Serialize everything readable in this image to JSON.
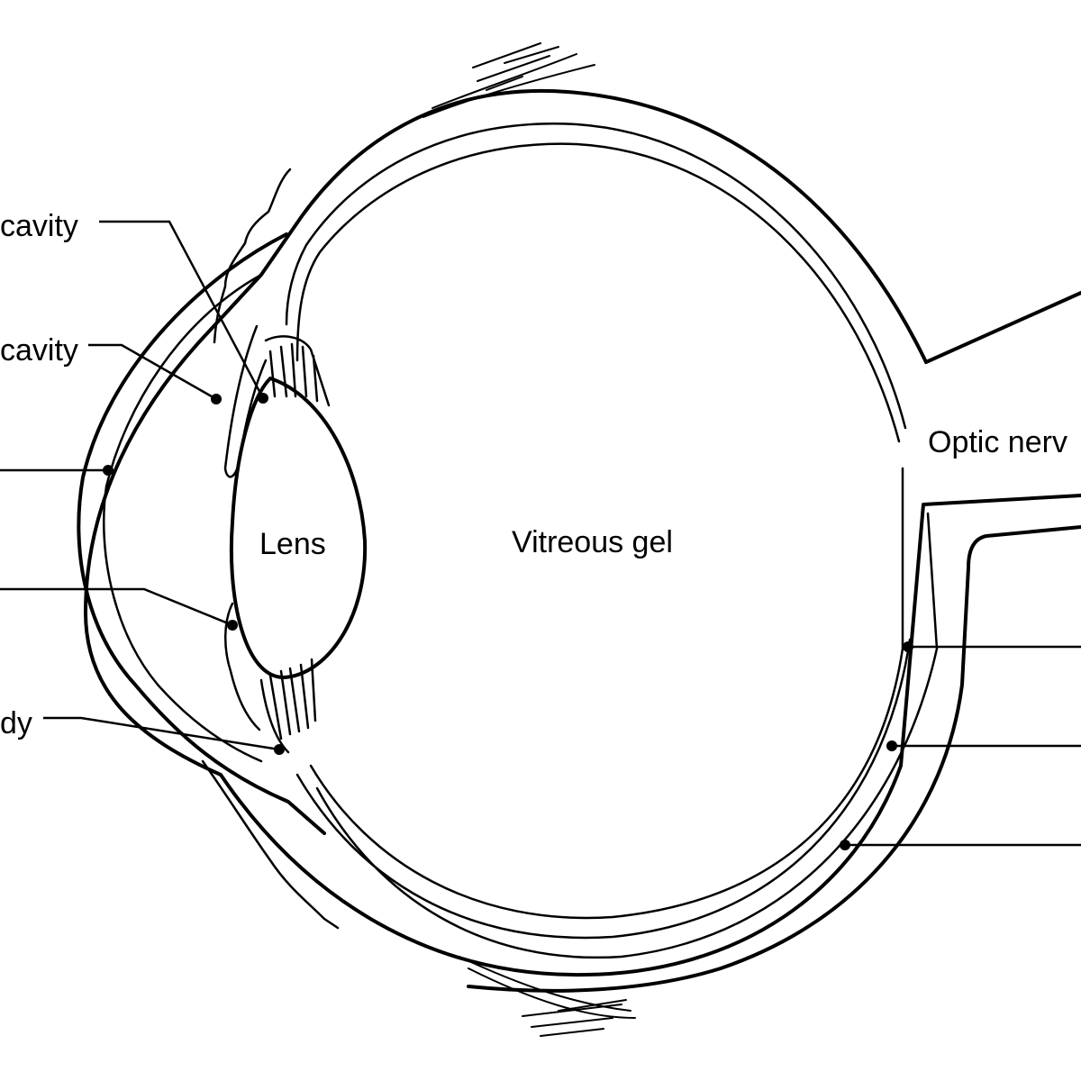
{
  "labels": {
    "anterior_cavity": "cavity",
    "posterior_cavity": "cavity",
    "body_fragment": "dy",
    "lens": "Lens",
    "vitreous": "Vitreous gel",
    "optic": "Optic nerv"
  }
}
